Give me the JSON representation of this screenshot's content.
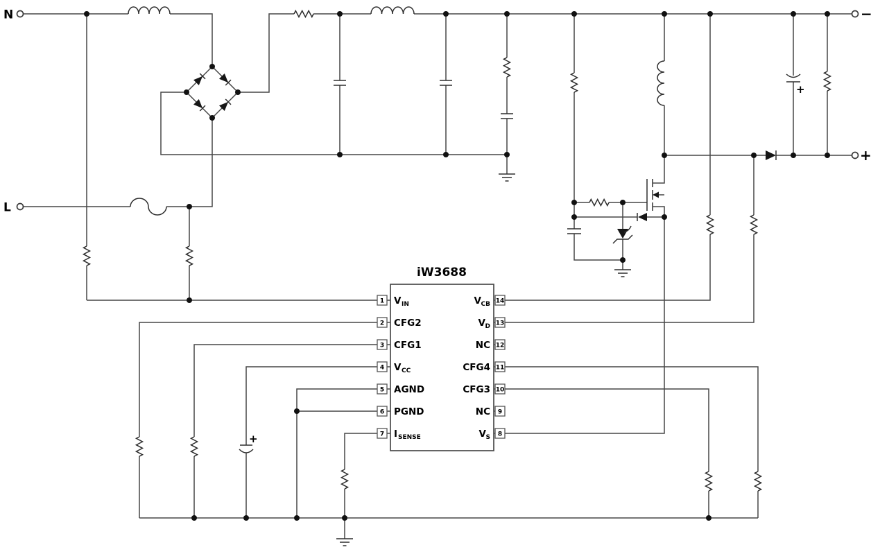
{
  "colors": {
    "background": "#ffffff",
    "wire": "#474747",
    "ink": "#161616"
  },
  "terminals": {
    "neutral_label": "N",
    "line_label": "L",
    "output_negative_label": "−",
    "output_positive_label": "+"
  },
  "polarity_marks": {
    "vcc_cap": "+",
    "output_cap": "+"
  },
  "ic": {
    "title": "iW3688",
    "pins_left": [
      {
        "num": "1",
        "name": "V",
        "sub": "IN"
      },
      {
        "num": "2",
        "name": "CFG2",
        "sub": ""
      },
      {
        "num": "3",
        "name": "CFG1",
        "sub": ""
      },
      {
        "num": "4",
        "name": "V",
        "sub": "CC"
      },
      {
        "num": "5",
        "name": "AGND",
        "sub": ""
      },
      {
        "num": "6",
        "name": "PGND",
        "sub": ""
      },
      {
        "num": "7",
        "name": "I",
        "sub": "SENSE"
      }
    ],
    "pins_right": [
      {
        "num": "14",
        "name": "V",
        "sub": "CB"
      },
      {
        "num": "13",
        "name": "V",
        "sub": "D"
      },
      {
        "num": "12",
        "name": "NC",
        "sub": ""
      },
      {
        "num": "11",
        "name": "CFG4",
        "sub": ""
      },
      {
        "num": "10",
        "name": "CFG3",
        "sub": ""
      },
      {
        "num": "9",
        "name": "NC",
        "sub": ""
      },
      {
        "num": "8",
        "name": "V",
        "sub": "S"
      }
    ]
  }
}
